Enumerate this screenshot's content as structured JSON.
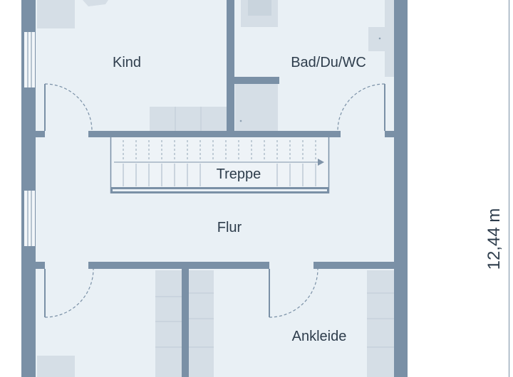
{
  "plan": {
    "rooms": {
      "kind": "Kind",
      "bad": "Bad/Du/WC",
      "treppe": "Treppe",
      "flur": "Flur",
      "ankleide": "Ankleide"
    },
    "dimension": "12,44 m",
    "colors": {
      "wall": "#7a90a6",
      "floor": "#e9f0f5",
      "furniture": "#d5dee6",
      "text": "#2e3d4c"
    }
  }
}
